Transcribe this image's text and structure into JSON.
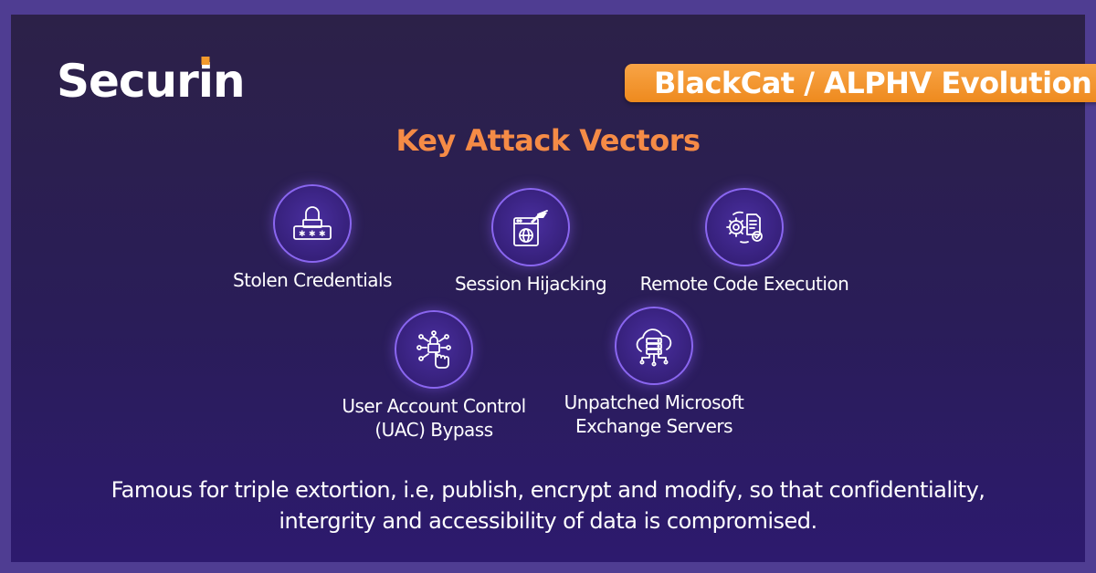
{
  "brand": {
    "name_part1": "Secur",
    "name_i": "i",
    "name_part2": "n"
  },
  "banner": {
    "label": "BlackCat / ALPHV Evolution"
  },
  "title": "Key Attack Vectors",
  "vectors": [
    {
      "line1": "Stolen Credentials",
      "line2": "",
      "icon": "password-lock-icon"
    },
    {
      "line1": "Session Hijacking",
      "line2": "",
      "icon": "hand-browser-globe-icon"
    },
    {
      "line1": "Remote Code Execution",
      "line2": "",
      "icon": "gear-document-icon"
    },
    {
      "line1": "User Account Control",
      "line2": "(UAC) Bypass",
      "icon": "lock-network-pointer-icon"
    },
    {
      "line1": "Unpatched Microsoft",
      "line2": "Exchange Servers",
      "icon": "cloud-server-icon"
    }
  ],
  "footer": {
    "line1": "Famous for triple extortion, i.e, publish, encrypt and modify, so that confidentiality,",
    "line2": "intergrity and accessibility of data is compromised."
  },
  "colors": {
    "accent": "#f58b46",
    "banner": "#f39a2c",
    "ring": "#8a66f0",
    "background": "#2a1d58"
  }
}
